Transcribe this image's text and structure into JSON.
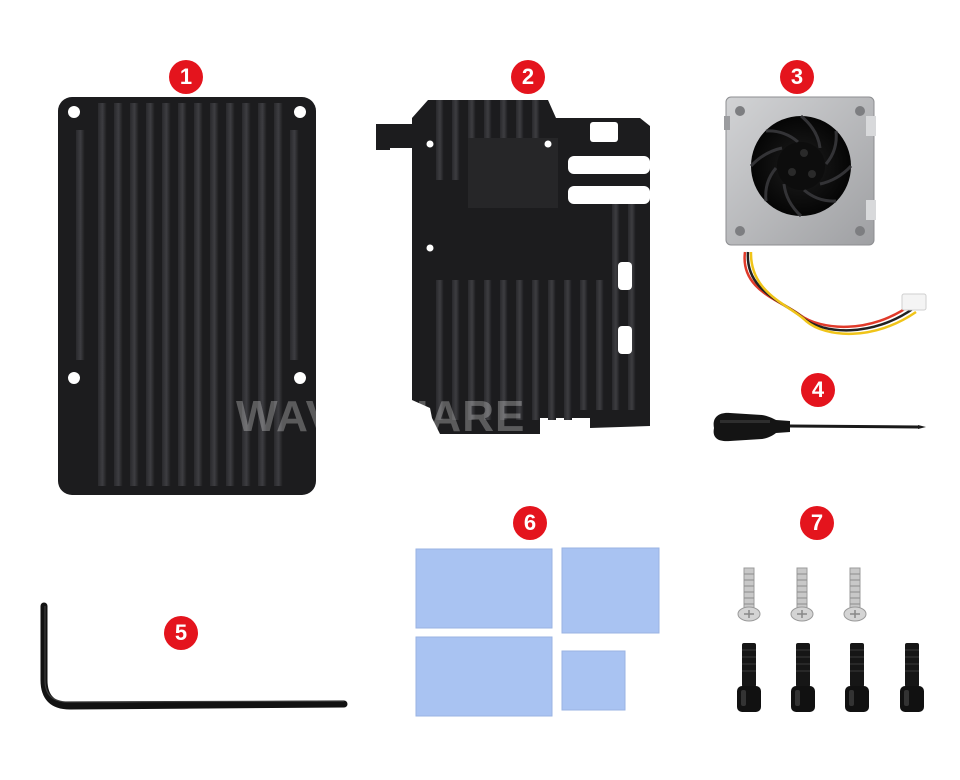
{
  "items": [
    {
      "number": "1",
      "name": "top-heatsink"
    },
    {
      "number": "2",
      "name": "bottom-heatsink-frame"
    },
    {
      "number": "3",
      "name": "cooling-fan"
    },
    {
      "number": "4",
      "name": "screwdriver"
    },
    {
      "number": "5",
      "name": "hex-key"
    },
    {
      "number": "6",
      "name": "thermal-pads"
    },
    {
      "number": "7",
      "name": "screws"
    }
  ],
  "watermark": "WAVESHARE",
  "colors": {
    "badge": "#e4141d",
    "metal": "#1c1c1e",
    "fin_highlight": "#3a3a3d",
    "fan_plate": "#b9babc",
    "thermal_pad": "#a9c3f2",
    "silver_screw": "#c8c8c8",
    "black_screw": "#161616"
  }
}
